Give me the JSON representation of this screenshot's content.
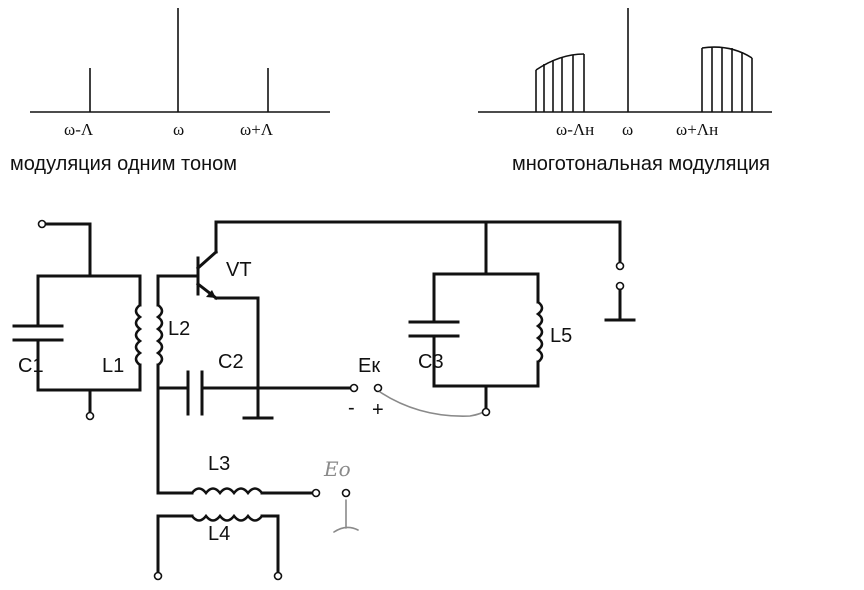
{
  "left_spectrum": {
    "ticks": [
      "ω-Λ",
      "ω",
      "ω+Λ"
    ],
    "caption": "модуляция одним тоном"
  },
  "right_spectrum": {
    "ticks": [
      "ω-Λн",
      "ω",
      "ω+Λн"
    ],
    "caption": "многотональная модуляция"
  },
  "circuit": {
    "labels": {
      "c1": "C1",
      "l1": "L1",
      "l2": "L2",
      "vt": "VT",
      "c2": "C2",
      "ek": "Ек",
      "minus": "-",
      "plus": "+",
      "c3": "C3",
      "l5": "L5",
      "l3": "L3",
      "l4": "L4",
      "e0": "Eo"
    }
  }
}
